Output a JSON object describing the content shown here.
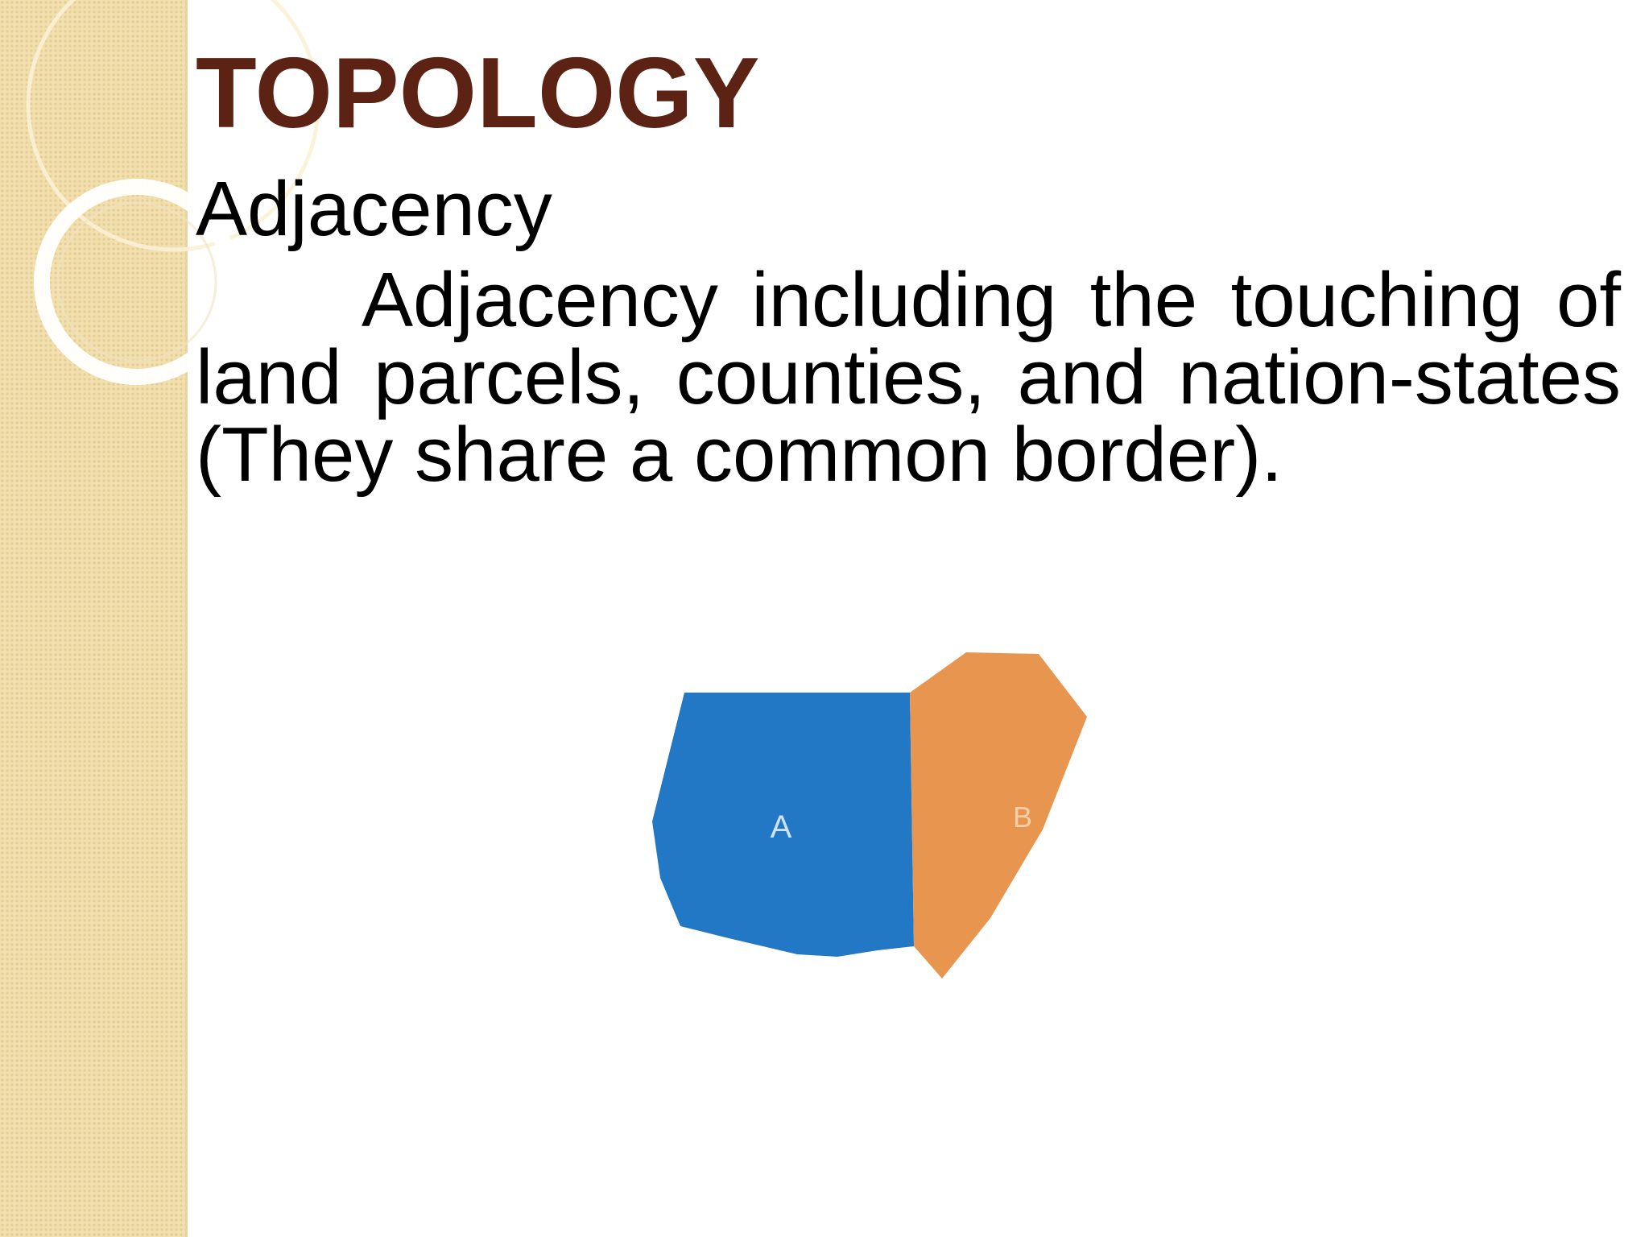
{
  "slide": {
    "title": "TOPOLOGY",
    "subheading": "Adjacency",
    "body": "Adjacency including the touching of land parcels, counties, and nation-states (They share a common border)."
  },
  "figure": {
    "region_a_label": "A",
    "region_b_label": "B",
    "region_a_color": "#2278c4",
    "region_b_color": "#e8954f"
  },
  "theme": {
    "title_color": "#5c2314",
    "side_band_color": "#f2dfae"
  }
}
